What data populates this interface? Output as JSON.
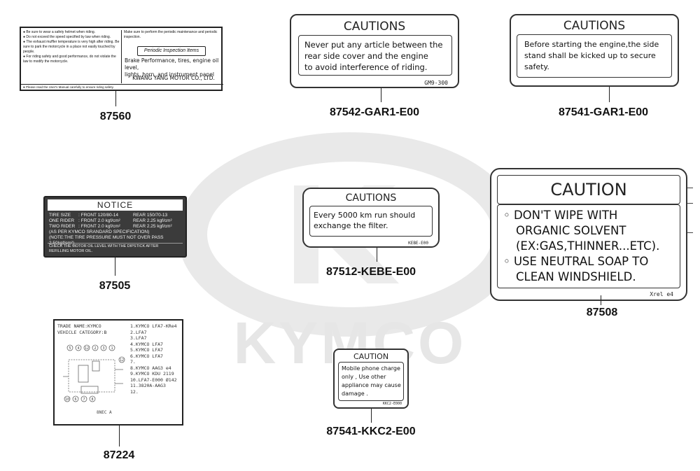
{
  "watermark": {
    "brand": "KYMCO",
    "color": "#e6e6e6"
  },
  "labels": [
    {
      "part_no": "87560",
      "left_items": [
        "Be sure to wear a safety helmet when riding.",
        "Do not exceed the speed specified by law when riding.",
        "The exhaust muffler temperature is very high after riding. Be sure to park the motorcycle in a place not easily touched by people.",
        "For riding safety and good performance, do not violate the law to modify the motorcycle."
      ],
      "right_note": "Make sure to perform the periodic maintenance and periodic inspection.",
      "badge": "Periodic Inspection Items",
      "right_lines": [
        "Brake Performance, tires, engine oil level,",
        "lights, horn, and instrument panel"
      ],
      "maker": "KWANG YANG MOTOR CO., LTD.",
      "footer": "Please read the User's Manual carefully to ensure riding safety."
    },
    {
      "part_no": "87542-GAR1-E00",
      "title": "CAUTIONS",
      "lines": [
        "Never put any article between the",
        "rear side cover and the engine",
        "to avoid interference of riding."
      ],
      "code": "GM9-300"
    },
    {
      "part_no": "87541-GAR1-E00",
      "title": "CAUTIONS",
      "lines": [
        "Before starting the engine,the side",
        "stand shall be kicked up to secure",
        "safety."
      ]
    },
    {
      "part_no": "87505",
      "title": "NOTICE",
      "rows": [
        [
          "TIRE SIZE",
          ": FRONT 120/80-14",
          "REAR 150/70-13"
        ],
        [
          "ONE RIDER",
          ": FRONT 2.0 kgf/cm²",
          "REAR 2.25 kgf/cm²"
        ],
        [
          "TWO RIDER",
          ": FRONT 2.0 kgf/cm²",
          "REAR 2.25 kgf/cm²"
        ]
      ],
      "spec": "(AS PER KYMCO SRANDARD SPECIFICATION)",
      "note": "(NOTE:THE TIRE PRESSURE MUST NOT OVER PASS 2.50kgf/cm²)",
      "check": [
        "CHECK THE MOTOR OIL LEVEL WITH THE DIPSTICK AFTER",
        "REFILLING MOTOR OIL."
      ]
    },
    {
      "part_no": "87512-KEBE-E00",
      "title": "CAUTIONS",
      "lines": [
        "Every 5000 km run should",
        "exchange the filter."
      ],
      "code": "KEBE-E00"
    },
    {
      "part_no": "87508",
      "title": "CAUTION",
      "lines": [
        "◦ DON'T WIPE WITH",
        "ORGANIC SOLVENT",
        "(EX:GAS,THINNER...ETC).",
        "◦ USE NEUTRAL SOAP TO",
        "CLEAN WINDSHIELD."
      ],
      "code": "Xrel e4"
    },
    {
      "part_no": "87224",
      "header": [
        "TRADE NAME:KYMCO",
        "VEHICLE CATEGORY:B"
      ],
      "list": [
        "1.KYMCO LFA7-KRe4",
        "2.LFA7",
        "3.LFA7",
        "4.KYMCO LFA7",
        "5.KYMCO LFA7",
        "6.KYMCO LFA7",
        "7.",
        "8.KYMCO AAG3 e4",
        "9.KYMCO KDU 2119",
        "10.LFA7-E000 Ø142",
        "11.3820A-AAG3",
        "12."
      ],
      "callouts_top": [
        "5",
        "4",
        "12",
        "2",
        "3",
        "1"
      ],
      "callouts_bottom": [
        "10",
        "6",
        "7",
        "8"
      ],
      "callout_side": "12",
      "sub": "8NEC A"
    },
    {
      "part_no": "87541-KKC2-E00",
      "title": "CAUTION",
      "lines": [
        "Mobile phone charge",
        "only , Use other",
        "appliance may cause",
        "damage ."
      ],
      "code": "KKC2-E000"
    }
  ]
}
